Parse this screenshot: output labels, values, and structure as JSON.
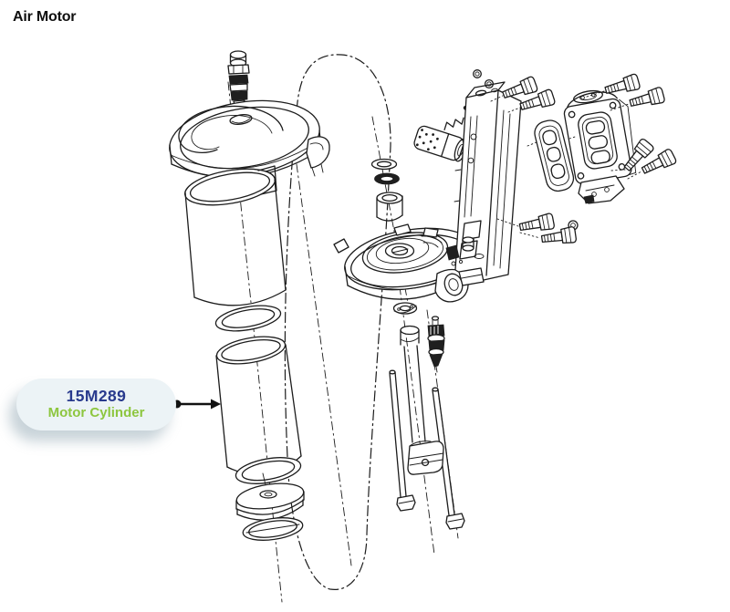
{
  "page": {
    "title": "Air Motor",
    "background": "#ffffff",
    "title_color": "#0f0f0f"
  },
  "callout": {
    "part_number": "15M289",
    "part_name": "Motor Cylinder",
    "bubble_color": "#ecf3f6",
    "part_number_color": "#283a8d",
    "part_name_color": "#8dc63f",
    "arrow_color": "#111111"
  },
  "diagram": {
    "type": "exploded-view-line-drawing",
    "line_color": "#1c1c1c",
    "highlighted_part": "Motor Cylinder"
  }
}
